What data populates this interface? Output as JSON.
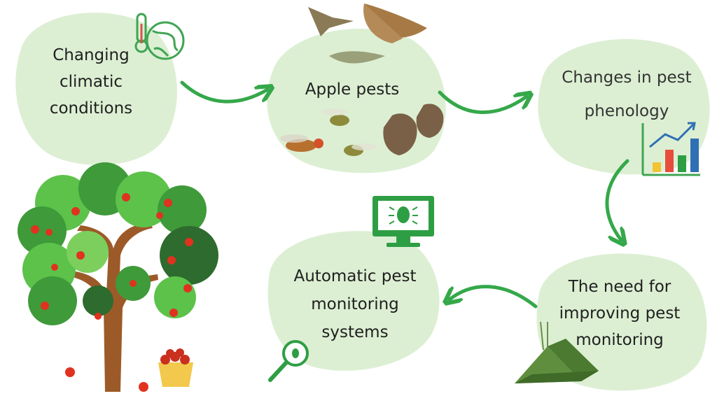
{
  "nodes": {
    "climate": "Changing\nclimatic\nconditions",
    "apple_pests": "Apple pests",
    "phenology": "Changes in pest\nphenology",
    "need": "The need for\nimproving pest\nmonitoring",
    "automatic": "Automatic pest\nmonitoring\nsystems"
  },
  "colors": {
    "bubble": "#dcefd3",
    "arrow": "#35a84a",
    "tree_trunk": "#9c5a28",
    "apple": "#e0321f",
    "leaf_light": "#5cc24a",
    "leaf_dark": "#2e7d32"
  },
  "icons": {
    "climate": "thermometer-globe-icon",
    "chart": "bar-chart-up-icon",
    "monitor": "monitor-bug-icon",
    "magnifier": "magnifier-bug-icon",
    "trap": "delta-trap-icon",
    "tree": "apple-tree-icon",
    "basket": "apple-basket-icon"
  }
}
